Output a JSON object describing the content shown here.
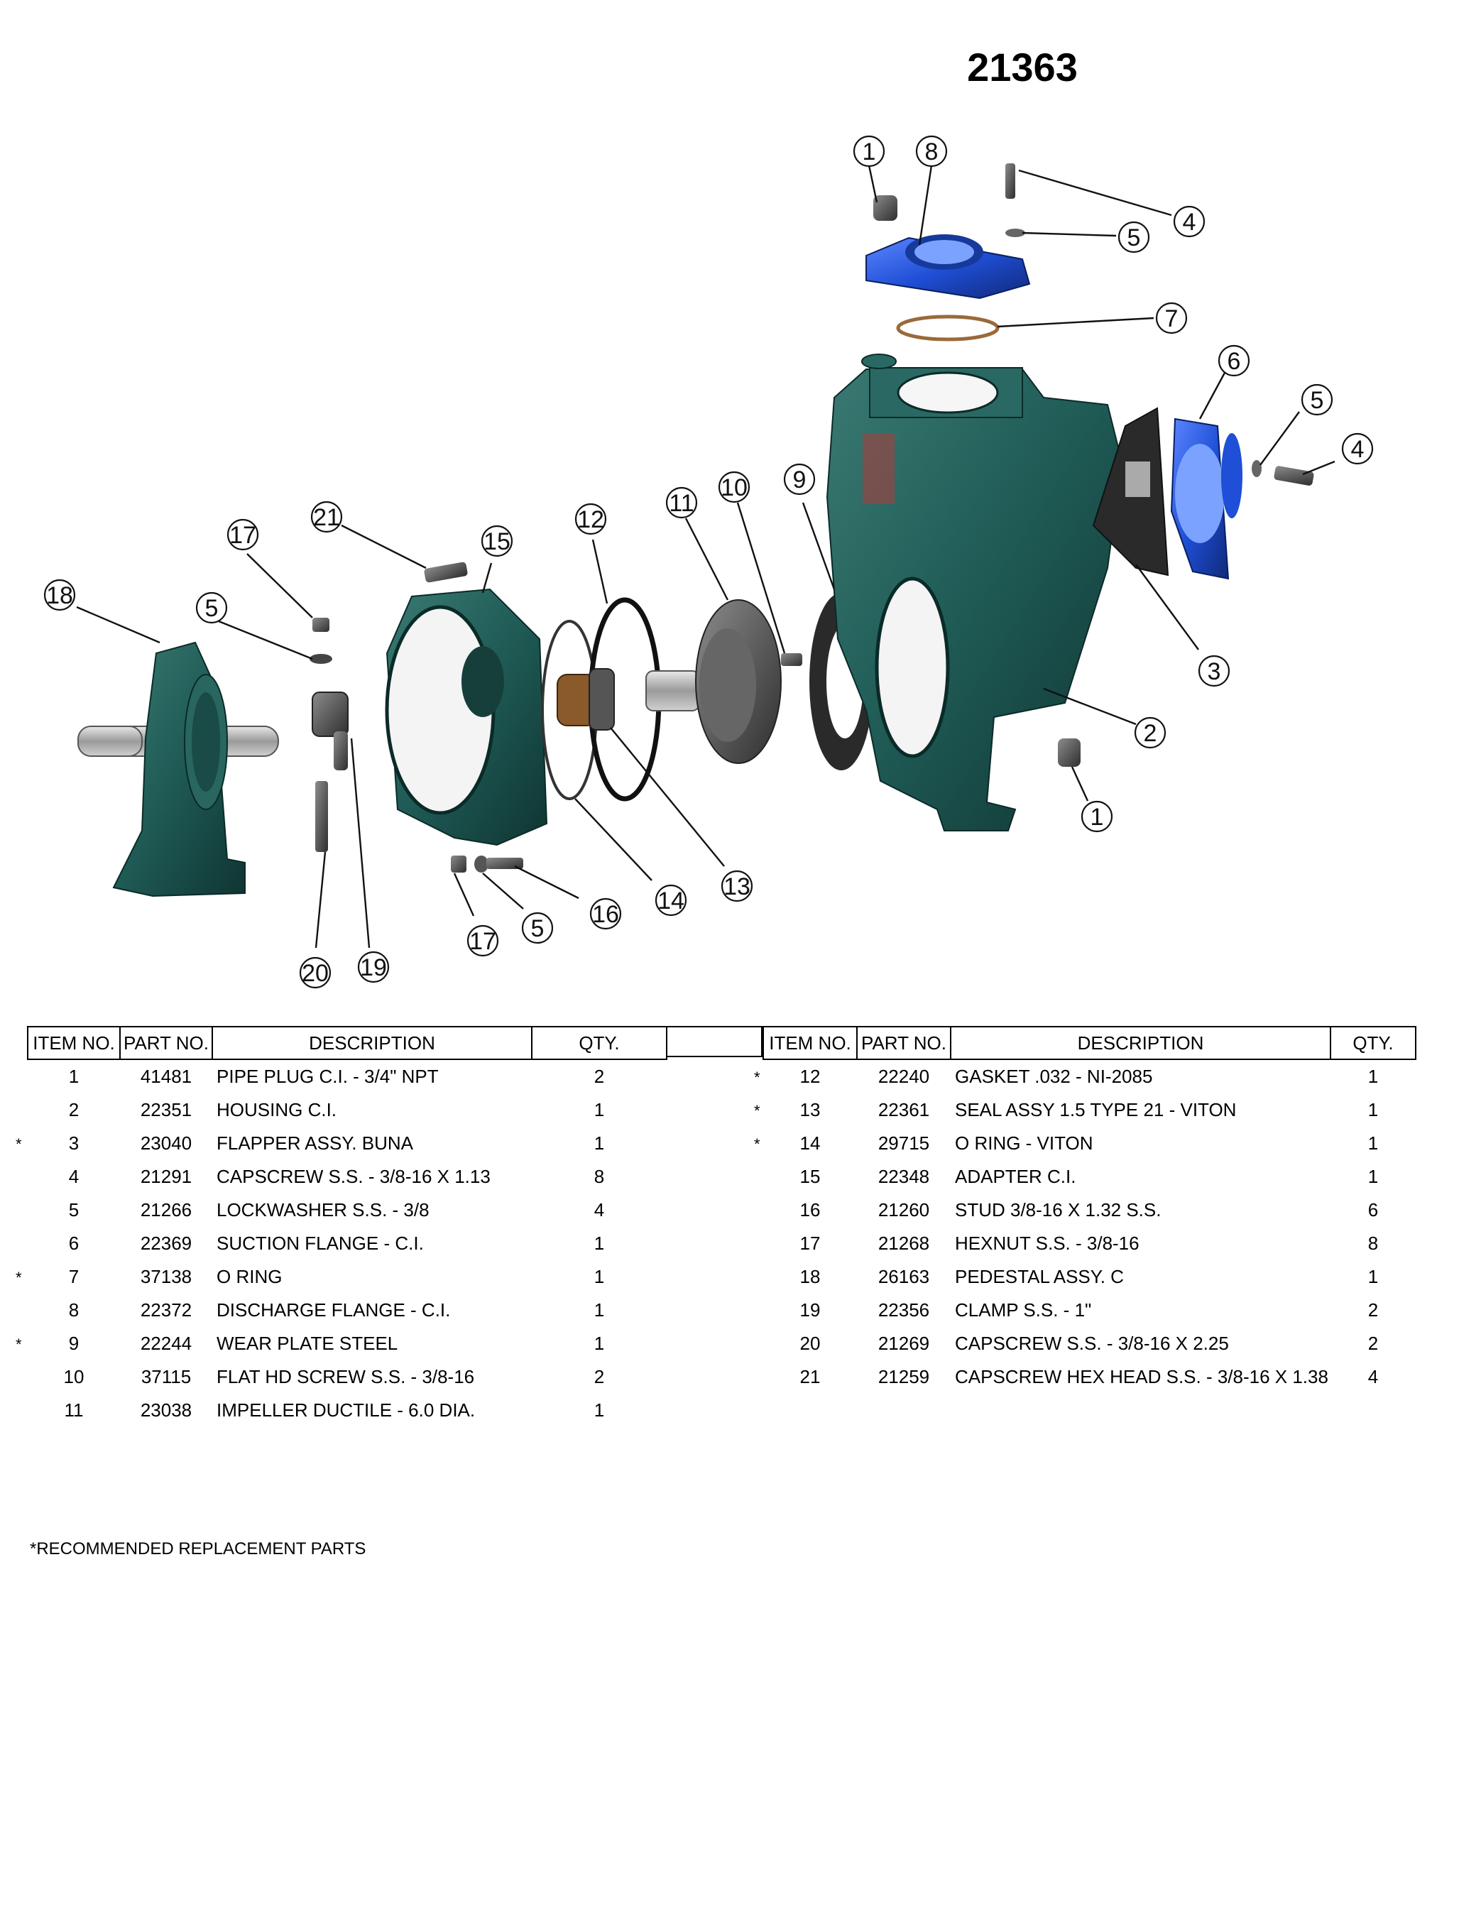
{
  "title": "21363",
  "callouts": [
    "1",
    "8",
    "4",
    "5",
    "7",
    "6",
    "5",
    "4",
    "9",
    "10",
    "11",
    "12",
    "21",
    "15",
    "17",
    "18",
    "5",
    "3",
    "2",
    "1",
    "13",
    "14",
    "16",
    "5",
    "17",
    "20",
    "19"
  ],
  "table": {
    "headers": {
      "item": "ITEM NO.",
      "part": "PART NO.",
      "desc": "DESCRIPTION",
      "qty": "QTY."
    },
    "left_rows": [
      {
        "mark": "",
        "item": "1",
        "part": "41481",
        "desc": "PIPE PLUG C.I. - 3/4\" NPT",
        "qty": "2"
      },
      {
        "mark": "",
        "item": "2",
        "part": "22351",
        "desc": "HOUSING C.I.",
        "qty": "1"
      },
      {
        "mark": "*",
        "item": "3",
        "part": "23040",
        "desc": "FLAPPER ASSY. BUNA",
        "qty": "1"
      },
      {
        "mark": "",
        "item": "4",
        "part": "21291",
        "desc": "CAPSCREW S.S. - 3/8-16 X 1.13",
        "qty": "8"
      },
      {
        "mark": "",
        "item": "5",
        "part": "21266",
        "desc": "LOCKWASHER S.S. - 3/8",
        "qty": "4"
      },
      {
        "mark": "",
        "item": "6",
        "part": "22369",
        "desc": "SUCTION FLANGE - C.I.",
        "qty": "1"
      },
      {
        "mark": "*",
        "item": "7",
        "part": "37138",
        "desc": "O RING",
        "qty": "1"
      },
      {
        "mark": "",
        "item": "8",
        "part": "22372",
        "desc": "DISCHARGE FLANGE - C.I.",
        "qty": "1"
      },
      {
        "mark": "*",
        "item": "9",
        "part": "22244",
        "desc": "WEAR PLATE STEEL",
        "qty": "1"
      },
      {
        "mark": "",
        "item": "10",
        "part": "37115",
        "desc": "FLAT HD SCREW S.S. - 3/8-16",
        "qty": "2"
      },
      {
        "mark": "",
        "item": "11",
        "part": "23038",
        "desc": "IMPELLER DUCTILE - 6.0 DIA.",
        "qty": "1"
      }
    ],
    "right_rows": [
      {
        "mark": "*",
        "item": "12",
        "part": "22240",
        "desc": "GASKET .032 - NI-2085",
        "qty": "1"
      },
      {
        "mark": "*",
        "item": "13",
        "part": "22361",
        "desc": "SEAL ASSY 1.5 TYPE 21 - VITON",
        "qty": "1"
      },
      {
        "mark": "*",
        "item": "14",
        "part": "29715",
        "desc": "O RING - VITON",
        "qty": "1"
      },
      {
        "mark": "",
        "item": "15",
        "part": "22348",
        "desc": "ADAPTER C.I.",
        "qty": "1"
      },
      {
        "mark": "",
        "item": "16",
        "part": "21260",
        "desc": "STUD 3/8-16 X 1.32 S.S.",
        "qty": "6"
      },
      {
        "mark": "",
        "item": "17",
        "part": "21268",
        "desc": "HEXNUT S.S. - 3/8-16",
        "qty": "8"
      },
      {
        "mark": "",
        "item": "18",
        "part": "26163",
        "desc": "PEDESTAL ASSY. C",
        "qty": "1"
      },
      {
        "mark": "",
        "item": "19",
        "part": "22356",
        "desc": "CLAMP S.S. - 1\"",
        "qty": "2"
      },
      {
        "mark": "",
        "item": "20",
        "part": "21269",
        "desc": "CAPSCREW S.S. - 3/8-16 X 2.25",
        "qty": "2"
      },
      {
        "mark": "",
        "item": "21",
        "part": "21259",
        "desc": "CAPSCREW HEX HEAD S.S. - 3/8-16 X 1.38",
        "qty": "4"
      }
    ]
  },
  "footnote": "*RECOMMENDED REPLACEMENT PARTS",
  "colors": {
    "housing_green": "#1f5a55",
    "flange_blue": "#1f4fd6",
    "gasket_dark": "#2a2a2a",
    "seal_brown": "#8a5a2a"
  }
}
